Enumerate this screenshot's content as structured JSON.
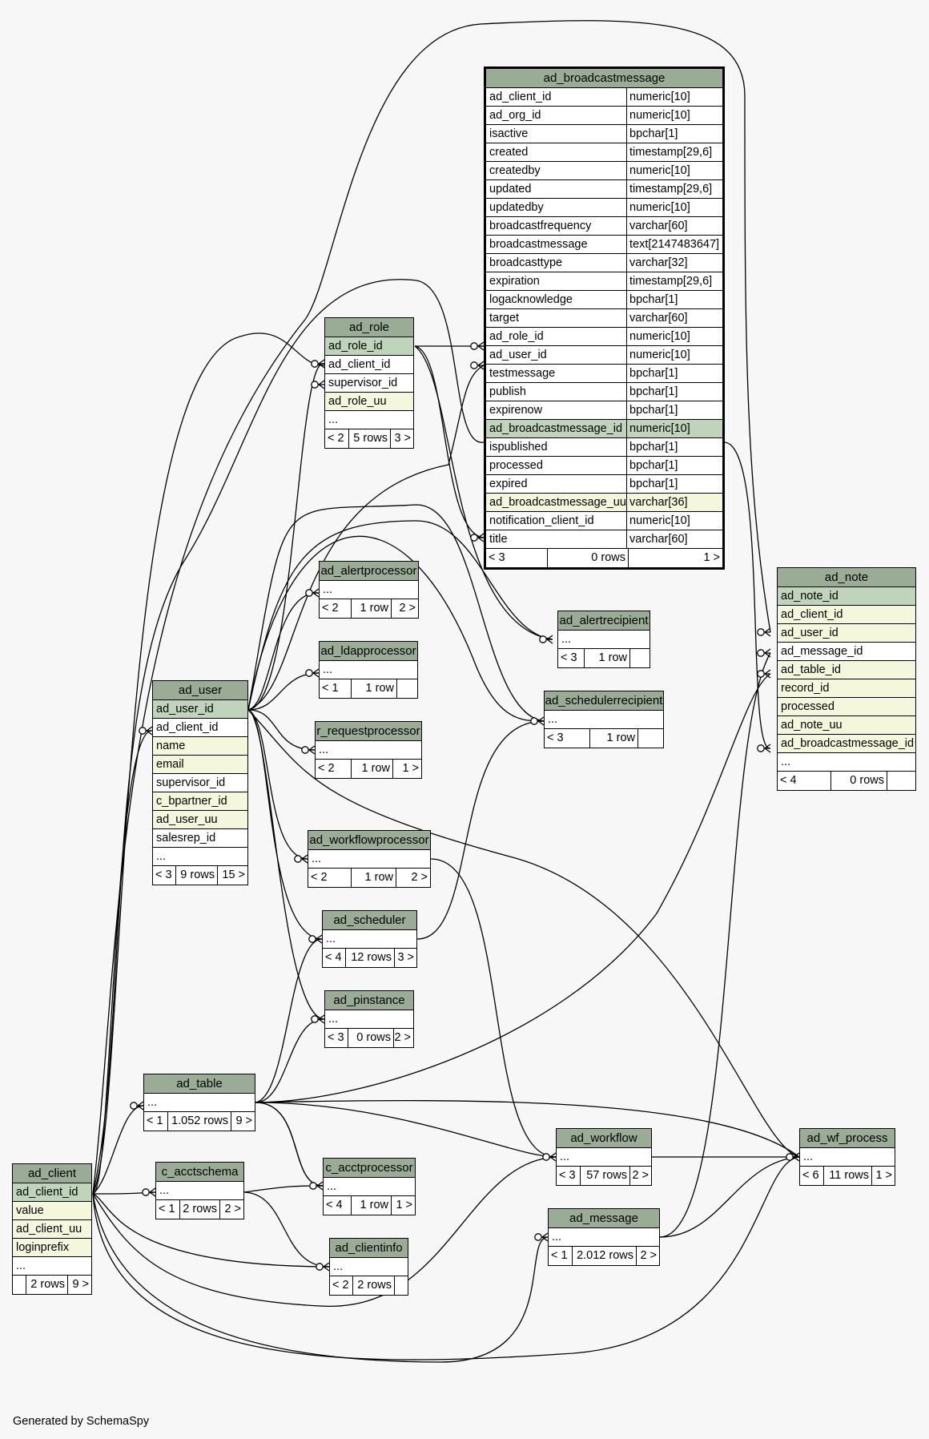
{
  "footer": "Generated by SchemaSpy",
  "colors": {
    "header": "#9aab96",
    "primary_key_row": "#bfd4ba",
    "indexed_row": "#f4f7dc",
    "background": "#f7f7f7"
  },
  "tables": {
    "ad_broadcastmessage": {
      "name": "ad_broadcastmessage",
      "columns": [
        {
          "name": "ad_client_id",
          "type": "numeric[10]"
        },
        {
          "name": "ad_org_id",
          "type": "numeric[10]"
        },
        {
          "name": "isactive",
          "type": "bpchar[1]"
        },
        {
          "name": "created",
          "type": "timestamp[29,6]"
        },
        {
          "name": "createdby",
          "type": "numeric[10]"
        },
        {
          "name": "updated",
          "type": "timestamp[29,6]"
        },
        {
          "name": "updatedby",
          "type": "numeric[10]"
        },
        {
          "name": "broadcastfrequency",
          "type": "varchar[60]"
        },
        {
          "name": "broadcastmessage",
          "type": "text[2147483647]"
        },
        {
          "name": "broadcasttype",
          "type": "varchar[32]"
        },
        {
          "name": "expiration",
          "type": "timestamp[29,6]"
        },
        {
          "name": "logacknowledge",
          "type": "bpchar[1]"
        },
        {
          "name": "target",
          "type": "varchar[60]"
        },
        {
          "name": "ad_role_id",
          "type": "numeric[10]"
        },
        {
          "name": "ad_user_id",
          "type": "numeric[10]"
        },
        {
          "name": "testmessage",
          "type": "bpchar[1]"
        },
        {
          "name": "publish",
          "type": "bpchar[1]"
        },
        {
          "name": "expirenow",
          "type": "bpchar[1]"
        },
        {
          "name": "ad_broadcastmessage_id",
          "type": "numeric[10]"
        },
        {
          "name": "ispublished",
          "type": "bpchar[1]"
        },
        {
          "name": "processed",
          "type": "bpchar[1]"
        },
        {
          "name": "expired",
          "type": "bpchar[1]"
        },
        {
          "name": "ad_broadcastmessage_uu",
          "type": "varchar[36]"
        },
        {
          "name": "notification_client_id",
          "type": "numeric[10]"
        },
        {
          "name": "title",
          "type": "varchar[60]"
        }
      ],
      "footer": [
        "< 3",
        "0 rows",
        "1 >"
      ]
    },
    "ad_role": {
      "name": "ad_role",
      "columns": [
        "ad_role_id",
        "ad_client_id",
        "supervisor_id",
        "ad_role_uu",
        "..."
      ],
      "footer": [
        "< 2",
        "5 rows",
        "3 >"
      ]
    },
    "ad_user": {
      "name": "ad_user",
      "columns": [
        "ad_user_id",
        "ad_client_id",
        "name",
        "email",
        "supervisor_id",
        "c_bpartner_id",
        "ad_user_uu",
        "salesrep_id",
        "..."
      ],
      "footer": [
        "< 3",
        "9 rows",
        "15 >"
      ]
    },
    "ad_client": {
      "name": "ad_client",
      "columns": [
        "ad_client_id",
        "value",
        "ad_client_uu",
        "loginprefix",
        "..."
      ],
      "footer": [
        "",
        "2 rows",
        "9 >"
      ]
    },
    "ad_note": {
      "name": "ad_note",
      "columns": [
        "ad_note_id",
        "ad_client_id",
        "ad_user_id",
        "ad_message_id",
        "ad_table_id",
        "record_id",
        "processed",
        "ad_note_uu",
        "ad_broadcastmessage_id",
        "..."
      ],
      "footer": [
        "< 4",
        "0 rows",
        ""
      ]
    },
    "ad_alertprocessor": {
      "name": "ad_alertprocessor",
      "columns": [
        "..."
      ],
      "footer": [
        "< 2",
        "1 row",
        "2 >"
      ]
    },
    "ad_ldapprocessor": {
      "name": "ad_ldapprocessor",
      "columns": [
        "..."
      ],
      "footer": [
        "< 1",
        "1 row",
        ""
      ]
    },
    "r_requestprocessor": {
      "name": "r_requestprocessor",
      "columns": [
        "..."
      ],
      "footer": [
        "< 2",
        "1 row",
        "1 >"
      ]
    },
    "ad_workflowprocessor": {
      "name": "ad_workflowprocessor",
      "columns": [
        "..."
      ],
      "footer": [
        "< 2",
        "1 row",
        "2 >"
      ]
    },
    "ad_scheduler": {
      "name": "ad_scheduler",
      "columns": [
        "..."
      ],
      "footer": [
        "< 4",
        "12 rows",
        "3 >"
      ]
    },
    "ad_pinstance": {
      "name": "ad_pinstance",
      "columns": [
        "..."
      ],
      "footer": [
        "< 3",
        "0 rows",
        "2 >"
      ]
    },
    "ad_table": {
      "name": "ad_table",
      "columns": [
        "..."
      ],
      "footer": [
        "< 1",
        "1.052 rows",
        "9 >"
      ]
    },
    "c_acctschema": {
      "name": "c_acctschema",
      "columns": [
        "..."
      ],
      "footer": [
        "< 1",
        "2 rows",
        "2 >"
      ]
    },
    "c_acctprocessor": {
      "name": "c_acctprocessor",
      "columns": [
        "..."
      ],
      "footer": [
        "< 4",
        "1 row",
        "1 >"
      ]
    },
    "ad_clientinfo": {
      "name": "ad_clientinfo",
      "columns": [
        "..."
      ],
      "footer": [
        "< 2",
        "2 rows",
        ""
      ]
    },
    "ad_alertrecipient": {
      "name": "ad_alertrecipient",
      "columns": [
        "..."
      ],
      "footer": [
        "< 3",
        "1 row",
        ""
      ]
    },
    "ad_schedulerrecipient": {
      "name": "ad_schedulerrecipient",
      "columns": [
        "..."
      ],
      "footer": [
        "< 3",
        "1 row",
        ""
      ]
    },
    "ad_workflow": {
      "name": "ad_workflow",
      "columns": [
        "..."
      ],
      "footer": [
        "< 3",
        "57 rows",
        "2 >"
      ]
    },
    "ad_message": {
      "name": "ad_message",
      "columns": [
        "..."
      ],
      "footer": [
        "< 1",
        "2.012 rows",
        "2 >"
      ]
    },
    "ad_wf_process": {
      "name": "ad_wf_process",
      "columns": [
        "..."
      ],
      "footer": [
        "< 6",
        "11 rows",
        "1 >"
      ]
    }
  }
}
